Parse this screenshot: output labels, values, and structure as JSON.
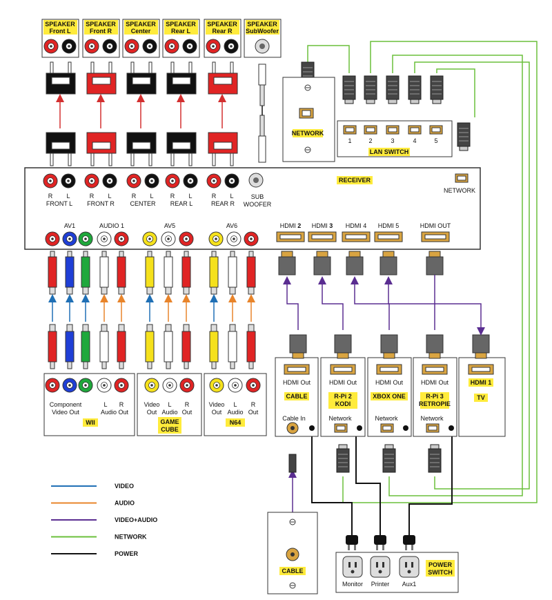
{
  "colors": {
    "video": "#1f6fb5",
    "audio": "#e8842a",
    "video_audio": "#5a2d91",
    "network": "#6abf3a",
    "power": "#111111",
    "tag": "#ffeb3b"
  },
  "speakers": [
    {
      "line1": "SPEAKER",
      "line2": "Front L",
      "plug": "black"
    },
    {
      "line1": "SPEAKER",
      "line2": "Front R",
      "plug": "red"
    },
    {
      "line1": "SPEAKER",
      "line2": "Center",
      "plug": "black"
    },
    {
      "line1": "SPEAKER",
      "line2": "Rear L",
      "plug": "black"
    },
    {
      "line1": "SPEAKER",
      "line2": "Rear R",
      "plug": "red"
    },
    {
      "line1": "SPEAKER",
      "line2": "SubWoofer",
      "plug": "sub"
    }
  ],
  "network_plate": {
    "label": "NETWORK"
  },
  "lan_switch": {
    "label": "LAN SWITCH",
    "ports": [
      "1",
      "2",
      "3",
      "4",
      "5"
    ]
  },
  "receiver": {
    "title": "RECEIVER",
    "network_label": "NETWORK",
    "speaker_terminals": [
      {
        "r": "R",
        "l": "L",
        "name": "FRONT L"
      },
      {
        "r": "R",
        "l": "L",
        "name": "FRONT R"
      },
      {
        "r": "R",
        "l": "L",
        "name": "CENTER"
      },
      {
        "r": "R",
        "l": "L",
        "name": "REAR L"
      },
      {
        "r": "R",
        "l": "L",
        "name": "REAR R"
      }
    ],
    "sub_label_1": "SUB",
    "sub_label_2": "WOOFER",
    "av1": "AV1",
    "audio1": "AUDIO 1",
    "av5": "AV5",
    "av6": "AV6",
    "hdmi_ports": [
      {
        "pre": "HDMI ",
        "num": "2"
      },
      {
        "pre": "HDMI ",
        "num": "3"
      },
      {
        "pre": "HDMI 4",
        "num": ""
      },
      {
        "pre": "HDMI 5",
        "num": ""
      },
      {
        "pre": "HDMI OUT",
        "num": ""
      }
    ]
  },
  "consoles": {
    "wii": {
      "name": "WII",
      "label_component_1": "Component",
      "label_component_2": "Video Out",
      "label_l": "L",
      "label_r": "R",
      "label_audio_out": "Audio Out"
    },
    "gamecube": {
      "name_1": "GAME",
      "name_2": "CUBE",
      "labels_top": [
        "Video",
        "L",
        "R"
      ],
      "labels_bottom": [
        "Out",
        "Audio",
        "Out"
      ]
    },
    "n64": {
      "name": "N64",
      "labels_top": [
        "Video",
        "L",
        "R"
      ],
      "labels_bottom": [
        "Out",
        "Audio",
        "Out"
      ]
    }
  },
  "devices": [
    {
      "top": "HDMI Out",
      "name_1": "CABLE",
      "name_2": "",
      "sub": "Cable In"
    },
    {
      "top": "HDMI Out",
      "name_1": "R-Pi 2",
      "name_2": "KODI",
      "sub": "Network"
    },
    {
      "top": "HDMI Out",
      "name_1": "XBOX ONE",
      "name_2": "",
      "sub": "Network"
    },
    {
      "top": "HDMI Out",
      "name_1": "R-Pi 3",
      "name_2": "RETROPIE",
      "sub": "Network"
    },
    {
      "top": "HDMI 1",
      "name_1": "TV",
      "name_2": "",
      "sub": ""
    }
  ],
  "cable_plate": {
    "label": "CABLE"
  },
  "power_switch": {
    "label_1": "POWER",
    "label_2": "SWITCH",
    "outlets": [
      "Monitor",
      "Printer",
      "Aux1"
    ]
  },
  "legend": [
    {
      "label": "VIDEO",
      "color": "#1f6fb5"
    },
    {
      "label": "AUDIO",
      "color": "#e8842a"
    },
    {
      "label": "VIDEO+AUDIO",
      "color": "#5a2d91"
    },
    {
      "label": "NETWORK",
      "color": "#6abf3a"
    },
    {
      "label": "POWER",
      "color": "#111111"
    }
  ]
}
